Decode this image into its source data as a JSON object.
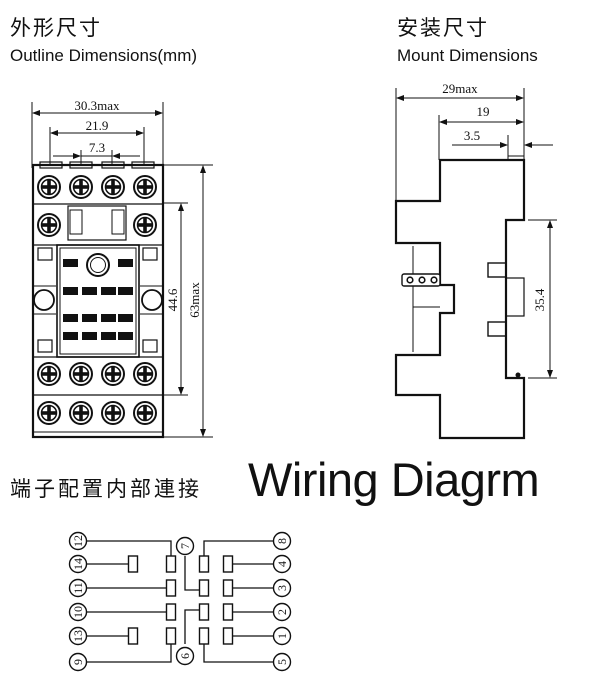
{
  "outline": {
    "title_cn": "外形尺寸",
    "title_en": "Outline Dimensions(mm)",
    "dims": {
      "overall_width": "30.3max",
      "pitch_outer": "21.9",
      "pitch_inner": "7.3",
      "inner_height": "44.6",
      "overall_height": "63max"
    }
  },
  "mount": {
    "title_cn": "安装尺寸",
    "title_en": "Mount Dimensions",
    "dims": {
      "overall_depth": "29max",
      "step": "19",
      "rail_offset": "3.5",
      "rail_height": "35.4"
    }
  },
  "wiring": {
    "title_cn": "端子配置内部連接",
    "title_en": "Wiring Diagrm",
    "left_terminals": [
      "12",
      "14",
      "11",
      "10",
      "13",
      "9"
    ],
    "mid_top_terminal": "7",
    "mid_bottom_terminal": "6",
    "right_terminals": [
      "8",
      "4",
      "3",
      "2",
      "1",
      "5"
    ]
  }
}
